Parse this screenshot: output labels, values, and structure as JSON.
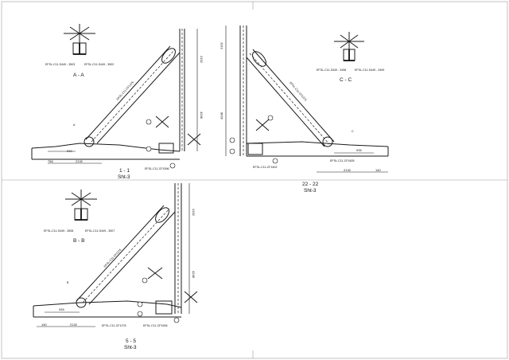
{
  "views": {
    "v11": {
      "title": "1 - 1",
      "sheet": "Sht-3",
      "diag": "EFSL-C11-CF1375",
      "ref1": "EFSL-C11-CF1596",
      "dims": [
        "2152",
        "4248",
        "910",
        "756",
        "2132"
      ]
    },
    "v2222": {
      "title": "22 - 22",
      "sheet": "Sht-3",
      "diag": "EFSL-C11-CF1375",
      "ref1": "EFSL-C11-CF1602",
      "ref2": "EFSL-C11-CF1605",
      "dims": [
        "2152",
        "4248",
        "935",
        "2132",
        "140"
      ]
    },
    "v55": {
      "title": "5 - 5",
      "sheet": "Sht-3",
      "diag": "EFSL-C11-CF1375",
      "ref1": "EFSL-C11-CF1278",
      "ref2": "EFSL-C11-CF1606",
      "dims": [
        "2152",
        "4248",
        "935",
        "140",
        "2132"
      ]
    }
  },
  "sections": {
    "aa": {
      "title": "A - A",
      "left": "EFSL-C11-S449 - 3503",
      "right": "EFSL-C11-S449 - 3502"
    },
    "bb": {
      "title": "B - B",
      "left": "EFSL-C11-S449 - 3508",
      "right": "EFSL-C11-S449 - 3507"
    },
    "cc": {
      "title": "C - C",
      "left": "EFSL-C11-S449 - 3498",
      "right": "EFSL-C11-S449 - 3499"
    }
  },
  "cut_marks": {
    "a": "A",
    "b": "B",
    "c": "C"
  }
}
